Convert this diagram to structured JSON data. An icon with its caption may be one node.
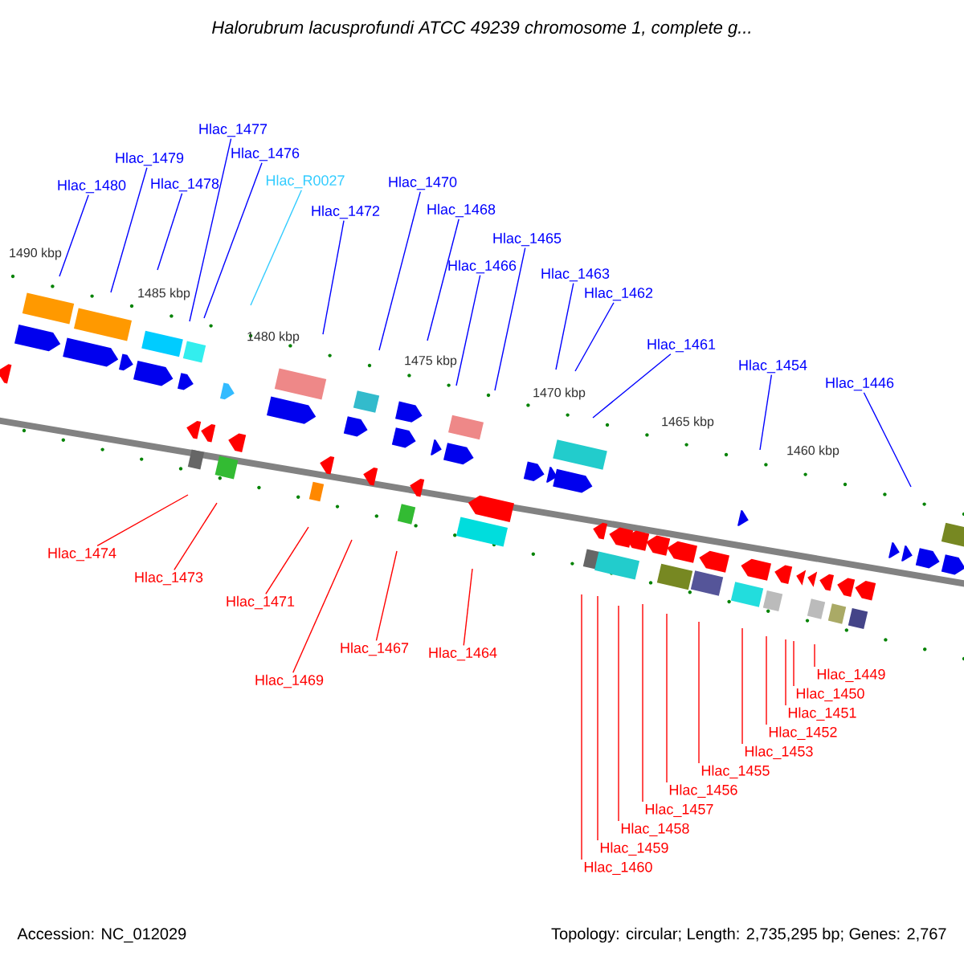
{
  "diagram": {
    "title": "Halorubrum lacusprofundi ATCC 49239 chromosome 1, complete g...",
    "nodes": [
      {
        "text": [
          "Hlac_1480"
        ]
      },
      {
        "text": [
          "Hlac_1479"
        ]
      },
      {
        "text": [
          "Hlac_1478"
        ]
      },
      {
        "text": [
          "Hlac_1477"
        ]
      },
      {
        "text": [
          "Hlac_1476"
        ]
      },
      {
        "text": [
          "Hlac_R0027"
        ]
      },
      {
        "text": [
          "Hlac_1472"
        ]
      },
      {
        "text": [
          "Hlac_1470"
        ]
      },
      {
        "text": [
          "Hlac_1468"
        ]
      },
      {
        "text": [
          "Hlac_1465"
        ]
      },
      {
        "text": [
          "Hlac_1466"
        ]
      },
      {
        "text": [
          "Hlac_1463"
        ]
      },
      {
        "text": [
          "Hlac_1462"
        ]
      },
      {
        "text": [
          "Hlac_1461"
        ]
      },
      {
        "text": [
          "Hlac_1454"
        ]
      },
      {
        "text": [
          "Hlac_1446"
        ]
      },
      {
        "text": [
          "Hlac_1474"
        ]
      },
      {
        "text": [
          "Hlac_1473"
        ]
      },
      {
        "text": [
          "Hlac_1471"
        ]
      },
      {
        "text": [
          "Hlac_1469"
        ]
      },
      {
        "text": [
          "Hlac_1467"
        ]
      },
      {
        "text": [
          "Hlac_1464"
        ]
      },
      {
        "text": [
          "Hlac_1460"
        ]
      },
      {
        "text": [
          "Hlac_1459"
        ]
      },
      {
        "text": [
          "Hlac_1458"
        ]
      },
      {
        "text": [
          "Hlac_1457"
        ]
      },
      {
        "text": [
          "Hlac_1456"
        ]
      },
      {
        "text": [
          "Hlac_1455"
        ]
      },
      {
        "text": [
          "Hlac_1453"
        ]
      },
      {
        "text": [
          "Hlac_1452"
        ]
      },
      {
        "text": [
          "Hlac_1451"
        ]
      },
      {
        "text": [
          "Hlac_1450"
        ]
      },
      {
        "text": [
          "Hlac_1449"
        ]
      }
    ],
    "edges": [
      {
        "from": 0,
        "to": null,
        "arrow": "none",
        "color": "#0000ff"
      },
      {
        "from": 1,
        "to": null,
        "arrow": "none",
        "color": "#0000ff"
      },
      {
        "from": 2,
        "to": null,
        "arrow": "none",
        "color": "#0000ff"
      },
      {
        "from": 3,
        "to": null,
        "arrow": "none",
        "color": "#0000ff"
      },
      {
        "from": 4,
        "to": null,
        "arrow": "none",
        "color": "#0000ff"
      },
      {
        "from": 5,
        "to": null,
        "arrow": "none",
        "color": "#33ccff"
      },
      {
        "from": 6,
        "to": null,
        "arrow": "none",
        "color": "#0000ff"
      },
      {
        "from": 7,
        "to": null,
        "arrow": "none",
        "color": "#0000ff"
      },
      {
        "from": 8,
        "to": null,
        "arrow": "none",
        "color": "#0000ff"
      },
      {
        "from": 9,
        "to": null,
        "arrow": "none",
        "color": "#0000ff"
      },
      {
        "from": 10,
        "to": null,
        "arrow": "none",
        "color": "#0000ff"
      },
      {
        "from": 11,
        "to": null,
        "arrow": "none",
        "color": "#0000ff"
      },
      {
        "from": 12,
        "to": null,
        "arrow": "none",
        "color": "#0000ff"
      },
      {
        "from": 13,
        "to": null,
        "arrow": "none",
        "color": "#0000ff"
      },
      {
        "from": 14,
        "to": null,
        "arrow": "none",
        "color": "#0000ff"
      },
      {
        "from": 15,
        "to": null,
        "arrow": "none",
        "color": "#0000ff"
      },
      {
        "from": 16,
        "to": null,
        "arrow": "none"
      },
      {
        "from": 17,
        "to": null,
        "arrow": "none"
      },
      {
        "from": 18,
        "to": null,
        "arrow": "none"
      },
      {
        "from": 19,
        "to": null,
        "arrow": "none"
      },
      {
        "from": 20,
        "to": null,
        "arrow": "none"
      },
      {
        "from": 21,
        "to": null,
        "arrow": "none"
      },
      {
        "from": 22,
        "to": null,
        "arrow": "none"
      },
      {
        "from": 23,
        "to": null,
        "arrow": "none"
      },
      {
        "from": 24,
        "to": null,
        "arrow": "none"
      },
      {
        "from": 25,
        "to": null,
        "arrow": "none"
      },
      {
        "from": 26,
        "to": null,
        "arrow": "none"
      },
      {
        "from": 27,
        "to": null,
        "arrow": "none"
      },
      {
        "from": 28,
        "to": null,
        "arrow": "none"
      },
      {
        "from": 29,
        "to": null,
        "arrow": "none"
      },
      {
        "from": 30,
        "to": null,
        "arrow": "none"
      },
      {
        "from": 31,
        "to": null,
        "arrow": "none"
      },
      {
        "from": 32,
        "to": null,
        "arrow": "none"
      }
    ],
    "labels": [
      "1490 kbp",
      "1485 kbp",
      "1480 kbp",
      "1475 kbp",
      "1470 kbp",
      "1465 kbp",
      "1460 kbp",
      "Accession: NC_012029",
      "Topology: circular; Length: 2,735,295 bp; Genes: 2,767"
    ]
  }
}
